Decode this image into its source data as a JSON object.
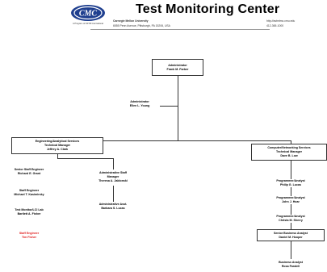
{
  "header": {
    "logo_text": "CMC",
    "logo_tagline": "A Program of ASTM International",
    "title": "Test Monitoring Center",
    "org_name": "Carnegie Mellon University",
    "org_address": "6555 Penn Avenue, Pittsburgh, PA 15206, USA",
    "org_url": "http://astmtmc.cmu.edu",
    "org_phone": "412-365-1000"
  },
  "chart": {
    "top": {
      "line1": "Administrator",
      "line2": "Frank M. Farber"
    },
    "assistant": {
      "line1": "Administrator",
      "line2": "Ellen L. Young"
    },
    "engineering": {
      "line1": "Engineering/Analytical Services",
      "line2": "Technical Manager",
      "line3": "Jeffrey A. Clark",
      "staff": [
        {
          "line1": "Senior Staff Engineer",
          "line2": "Richard E. Grant",
          "red": false
        },
        {
          "line1": "Staff Engineer",
          "line2": "Michael T. Kasimirsky",
          "red": false
        },
        {
          "line1": "Test Monitor/LCI Lab",
          "line2": "Bartlett A. Fisher",
          "red": false
        },
        {
          "line1": "Staff Engineer",
          "line2": "Tim Fisher",
          "red": true
        }
      ]
    },
    "quality": {
      "line1": "Administrative Staff",
      "line2": "Manager",
      "line3": "Theresa A. Jablonski",
      "sub": {
        "line1": "Administrative Asst.",
        "line2": "Barbara S. Lucas"
      }
    },
    "computer": {
      "line1": "Computer/Networking Services",
      "line2": "Technical Manager",
      "line3": "Dave B. Low",
      "staff": [
        {
          "line1": "Programmer/Analyst",
          "line2": "Philip G. Lucas"
        },
        {
          "line1": "Programmer/Analyst",
          "line2": "John J. Hoar"
        },
        {
          "line1": "Programmer/Analyst",
          "line2": "Christa M. Sherry"
        }
      ],
      "sub": {
        "line1": "Senior Business Analyst",
        "line2": "Daniel M. Hooper"
      },
      "subsub": {
        "line1": "Business Analyst",
        "line2": "Rosa Fandell"
      }
    }
  }
}
